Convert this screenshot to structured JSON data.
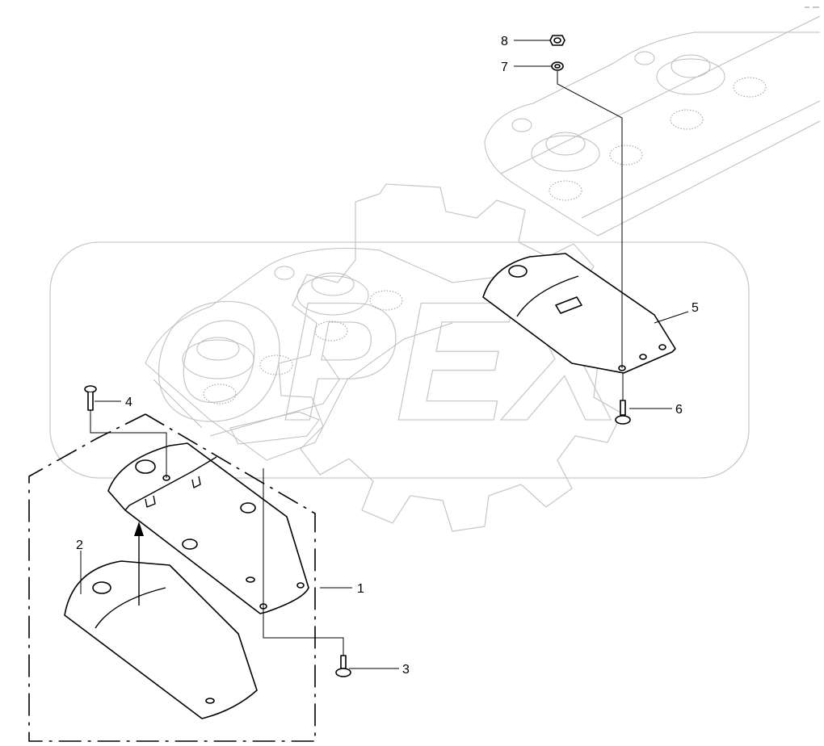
{
  "callouts": [
    {
      "id": "1",
      "label": "1"
    },
    {
      "id": "2",
      "label": "2"
    },
    {
      "id": "3",
      "label": "3"
    },
    {
      "id": "4",
      "label": "4"
    },
    {
      "id": "5",
      "label": "5"
    },
    {
      "id": "6",
      "label": "6"
    },
    {
      "id": "7",
      "label": "7"
    },
    {
      "id": "8",
      "label": "8"
    }
  ],
  "watermark": {
    "text": "OPEX"
  },
  "colors": {
    "line": "#000000",
    "ghost": "#bdbdbd",
    "watermark": "#c9c9c9"
  }
}
